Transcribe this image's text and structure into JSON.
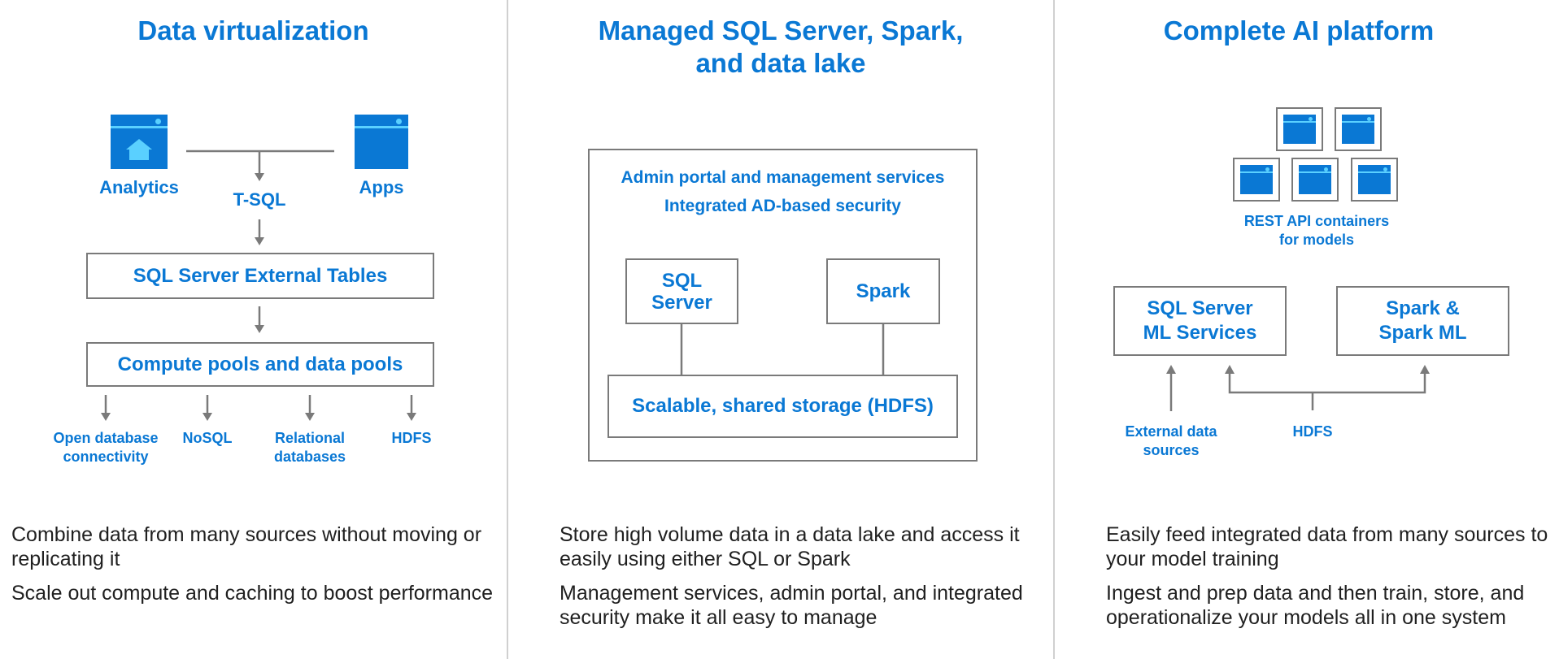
{
  "panels": [
    {
      "title": "Data virtualization",
      "analytics": "Analytics",
      "tsql": "T-SQL",
      "apps": "Apps",
      "external_tables": "SQL Server External Tables",
      "pools": "Compute pools and data pools",
      "sources": [
        "Open database connectivity",
        "NoSQL",
        "Relational databases",
        "HDFS"
      ],
      "desc": [
        "Combine data from many sources without moving or replicating it",
        "Scale out compute and caching to boost performance"
      ]
    },
    {
      "title": "Managed SQL Server, Spark, and data lake",
      "admin": "Admin portal and management services",
      "security": "Integrated AD-based security",
      "sql": "SQL Server",
      "spark": "Spark",
      "storage": "Scalable, shared storage (HDFS)",
      "desc": [
        "Store high volume data in a data lake and access it easily using either SQL or Spark",
        "Management services, admin portal, and integrated security make it all easy to manage"
      ]
    },
    {
      "title": "Complete AI platform",
      "containers": "REST API containers for models",
      "sqlml": "SQL Server ML Services",
      "sparkml": "Spark & Spark ML",
      "external": "External data sources",
      "hdfs": "HDFS",
      "desc": [
        "Easily feed integrated data from many sources to your model training",
        "Ingest and prep data and then train, store, and operationalize your models all in one system"
      ]
    }
  ],
  "colors": {
    "accent": "#0a78d4",
    "accent_light": "#5ad0ff",
    "line": "#7a7a7a",
    "text": "#202020"
  }
}
